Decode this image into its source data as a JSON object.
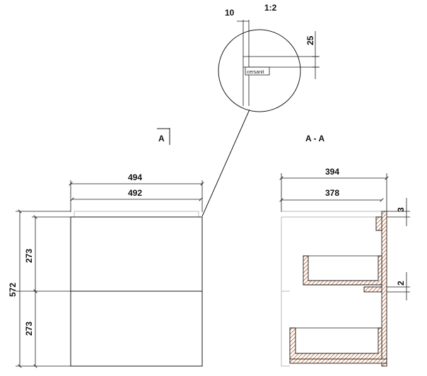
{
  "detail": {
    "scale": "1:2",
    "dim_horizontal": "10",
    "dim_vertical": "25",
    "brand_text": "cersanit"
  },
  "front_view": {
    "view_marker": "A",
    "dim_outer_width": "494",
    "dim_inner_width": "492",
    "dim_total_height": "572",
    "dim_upper_drawer": "273",
    "dim_lower_drawer": "273"
  },
  "section_view": {
    "title": "A - A",
    "dim_outer_depth": "394",
    "dim_inner_depth": "378",
    "dim_top_gap": "3",
    "dim_rail_gap": "2"
  }
}
